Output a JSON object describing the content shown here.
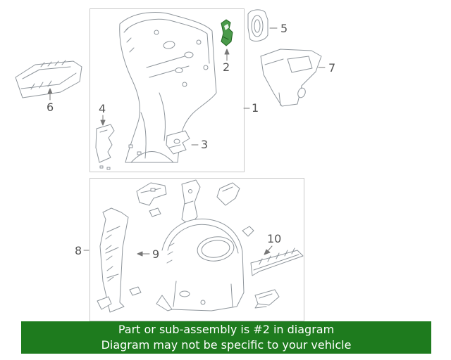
{
  "diagram": {
    "callouts": [
      {
        "label": "1"
      },
      {
        "label": "2"
      },
      {
        "label": "3"
      },
      {
        "label": "4"
      },
      {
        "label": "5"
      },
      {
        "label": "6"
      },
      {
        "label": "7"
      },
      {
        "label": "8"
      },
      {
        "label": "9"
      },
      {
        "label": "10"
      }
    ],
    "highlighted_callout": "2",
    "highlight_color": "#4a9a4a",
    "highlight_stroke": "#1f621f",
    "line_color": "#8f969c"
  },
  "banner": {
    "line1": "Part or sub-assembly is #2 in diagram",
    "line2": "Diagram may not be specific to your vehicle",
    "background_color": "#1e7b1e",
    "text_color": "#ffffff"
  }
}
